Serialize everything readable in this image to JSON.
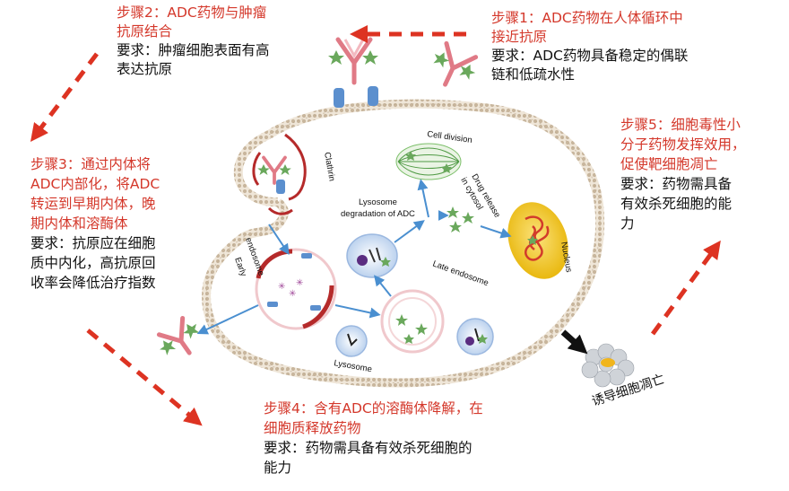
{
  "steps": {
    "step1": {
      "title": "步骤1：ADC药物在人体循环中接近抗原",
      "title_line1": "步骤1：ADC药物在人体循环中",
      "title_line2": "接近抗原",
      "req_line1": "要求：ADC药物具备稳定的偶联",
      "req_line2": "链和低疏水性"
    },
    "step2": {
      "title_line1": "步骤2：ADC药物与肿瘤",
      "title_line2": "抗原结合",
      "req_line1": "要求：肿瘤细胞表面有高",
      "req_line2": "表达抗原"
    },
    "step3": {
      "title_line1": "步骤3：通过内体将",
      "title_line2": "ADC内部化，将ADC",
      "title_line3": "转运到早期内体，晚",
      "title_line4": "期内体和溶酶体",
      "req_line1": "要求：抗原应在细胞",
      "req_line2": "质中内化，高抗原回",
      "req_line3": "收率会降低治疗指数"
    },
    "step4": {
      "title_line1": "步骤4：含有ADC的溶酶体降解，在",
      "title_line2": "细胞质释放药物",
      "req_line1": "要求：药物需具备有效杀死细胞的",
      "req_line2": "能力"
    },
    "step5": {
      "title_line1": "步骤5：细胞毒性小",
      "title_line2": "分子药物发挥效用，",
      "title_line3": "促使靶细胞凋亡",
      "req_line1": "要求：药物需具备",
      "req_line2": "有效杀死细胞的能",
      "req_line3": "力"
    }
  },
  "cell_labels": {
    "cell_division": "Cell division",
    "drug_release_line1": "Drug release",
    "drug_release_line2": "in cytosol",
    "clathrin": "Clathrin",
    "lysosome_degradation_line1": "Lysosome",
    "lysosome_degradation_line2": "degradation of ADC",
    "early_endosome_line1": "Early",
    "early_endosome_line2": "endosome",
    "late_endosome": "Late endosome",
    "lysosome": "Lysosome",
    "nucleus": "Nucleus"
  },
  "apoptosis_label": "诱导细胞凋亡",
  "colors": {
    "step_red": "#d4382b",
    "arrow_red": "#dd3322",
    "arrow_blue": "#4a8fd0",
    "membrane": "#c9b9a3",
    "nucleus": "#efc21a",
    "receptor_blue": "#5b8fce",
    "star_green": "#6aa85c"
  }
}
